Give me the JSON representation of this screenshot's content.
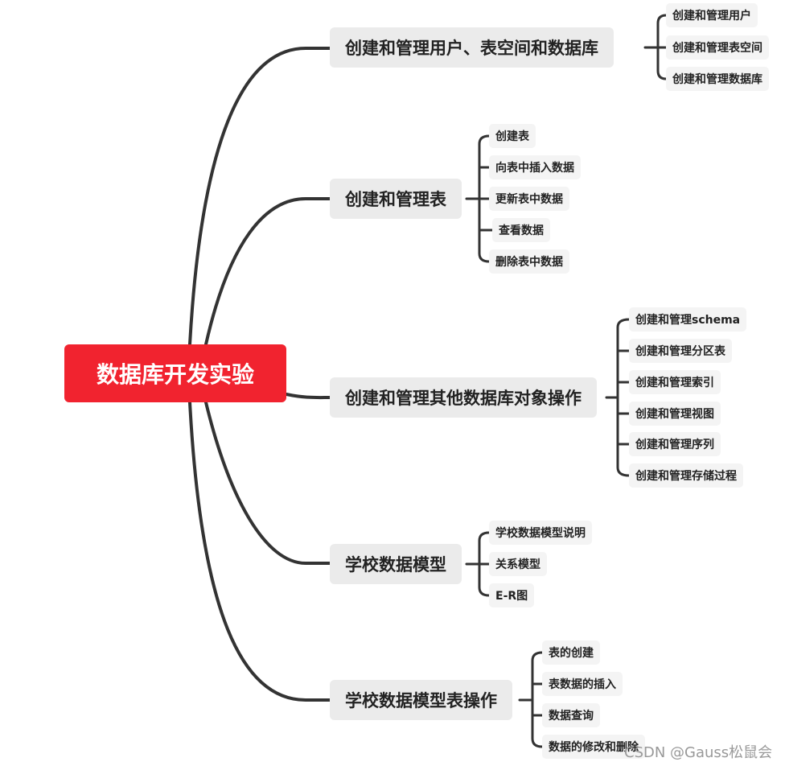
{
  "mindmap": {
    "root": "数据库开发实验",
    "branches": [
      {
        "title": "创建和管理用户、表空间和数据库",
        "children": [
          "创建和管理用户",
          "创建和管理表空间",
          "创建和管理数据库"
        ]
      },
      {
        "title": "创建和管理表",
        "children": [
          "创建表",
          "向表中插入数据",
          "更新表中数据",
          "查看数据",
          "删除表中数据"
        ]
      },
      {
        "title": "创建和管理其他数据库对象操作",
        "children": [
          "创建和管理schema",
          "创建和管理分区表",
          "创建和管理索引",
          "创建和管理视图",
          "创建和管理序列",
          "创建和管理存储过程"
        ]
      },
      {
        "title": "学校数据模型",
        "children": [
          "学校数据模型说明",
          "关系模型",
          "E-R图"
        ]
      },
      {
        "title": "学校数据模型表操作",
        "children": [
          "表的创建",
          "表数据的插入",
          "数据查询",
          "数据的修改和删除"
        ]
      }
    ]
  },
  "watermark": "CSDN @Gauss松鼠会"
}
